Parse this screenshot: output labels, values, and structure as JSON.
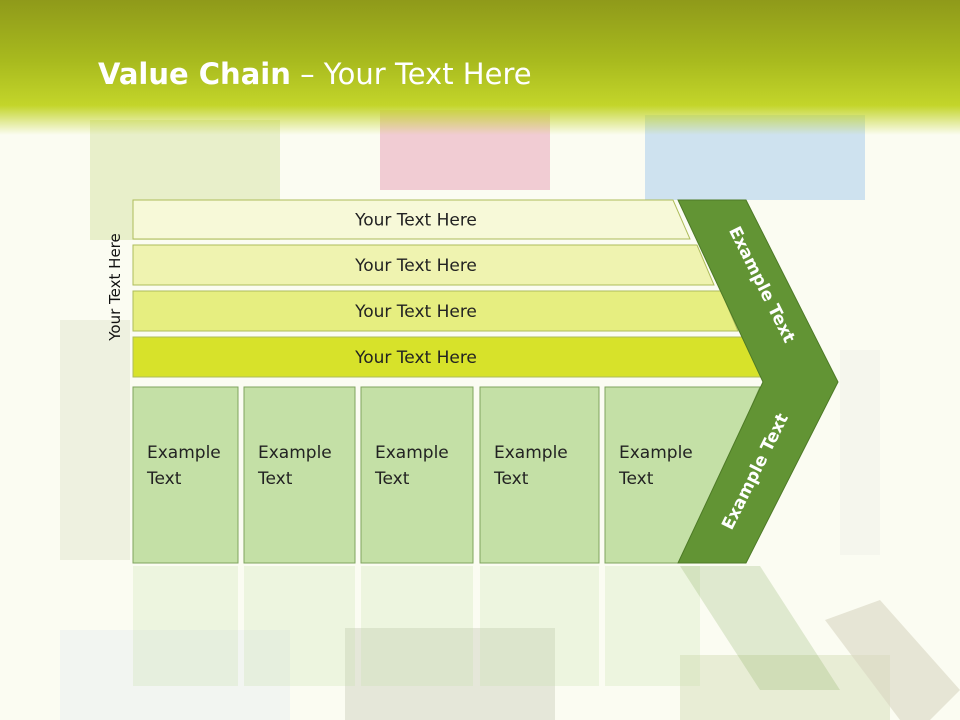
{
  "slide": {
    "title_bold": "Value Chain",
    "title_rest": " – Your Text Here",
    "side_label": "Your Text Here"
  },
  "rows": [
    {
      "label": "Your Text Here",
      "fill": "#f7f9d8"
    },
    {
      "label": "Your Text Here",
      "fill": "#eff3b0"
    },
    {
      "label": "Your Text Here",
      "fill": "#e6ee80"
    },
    {
      "label": "Your Text Here",
      "fill": "#d7e22a"
    }
  ],
  "boxes": [
    {
      "line1": "Example",
      "line2": "Text"
    },
    {
      "line1": "Example",
      "line2": "Text"
    },
    {
      "line1": "Example",
      "line2": "Text"
    },
    {
      "line1": "Example",
      "line2": "Text"
    },
    {
      "line1": "Example",
      "line2": "Text"
    }
  ],
  "chevron": {
    "upper_label": "Example Text",
    "lower_label": "Example Text",
    "fill": "#629434"
  },
  "colors": {
    "box_fill": "#c4e0a6",
    "box_stroke": "#7fa35e",
    "title_bar": "#a8ba1e"
  }
}
